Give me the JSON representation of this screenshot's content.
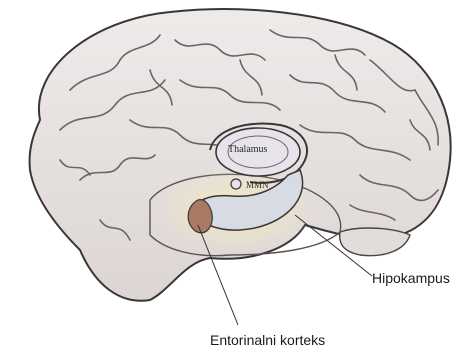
{
  "labels": {
    "thalamus": "Thalamus",
    "mmn": "MMN",
    "hipokampus": "Hipokampus",
    "entorinalni_korteks": "Entorinalni korteks"
  },
  "colors": {
    "brain_fill": "#e9e4e3",
    "brain_outline": "#3b3636",
    "sulci": "#6d6565",
    "hippocampus_fill": "#d7dbe3",
    "entorhinal_fill": "#a87b62",
    "highlight_glow": "#f3e7b3"
  }
}
